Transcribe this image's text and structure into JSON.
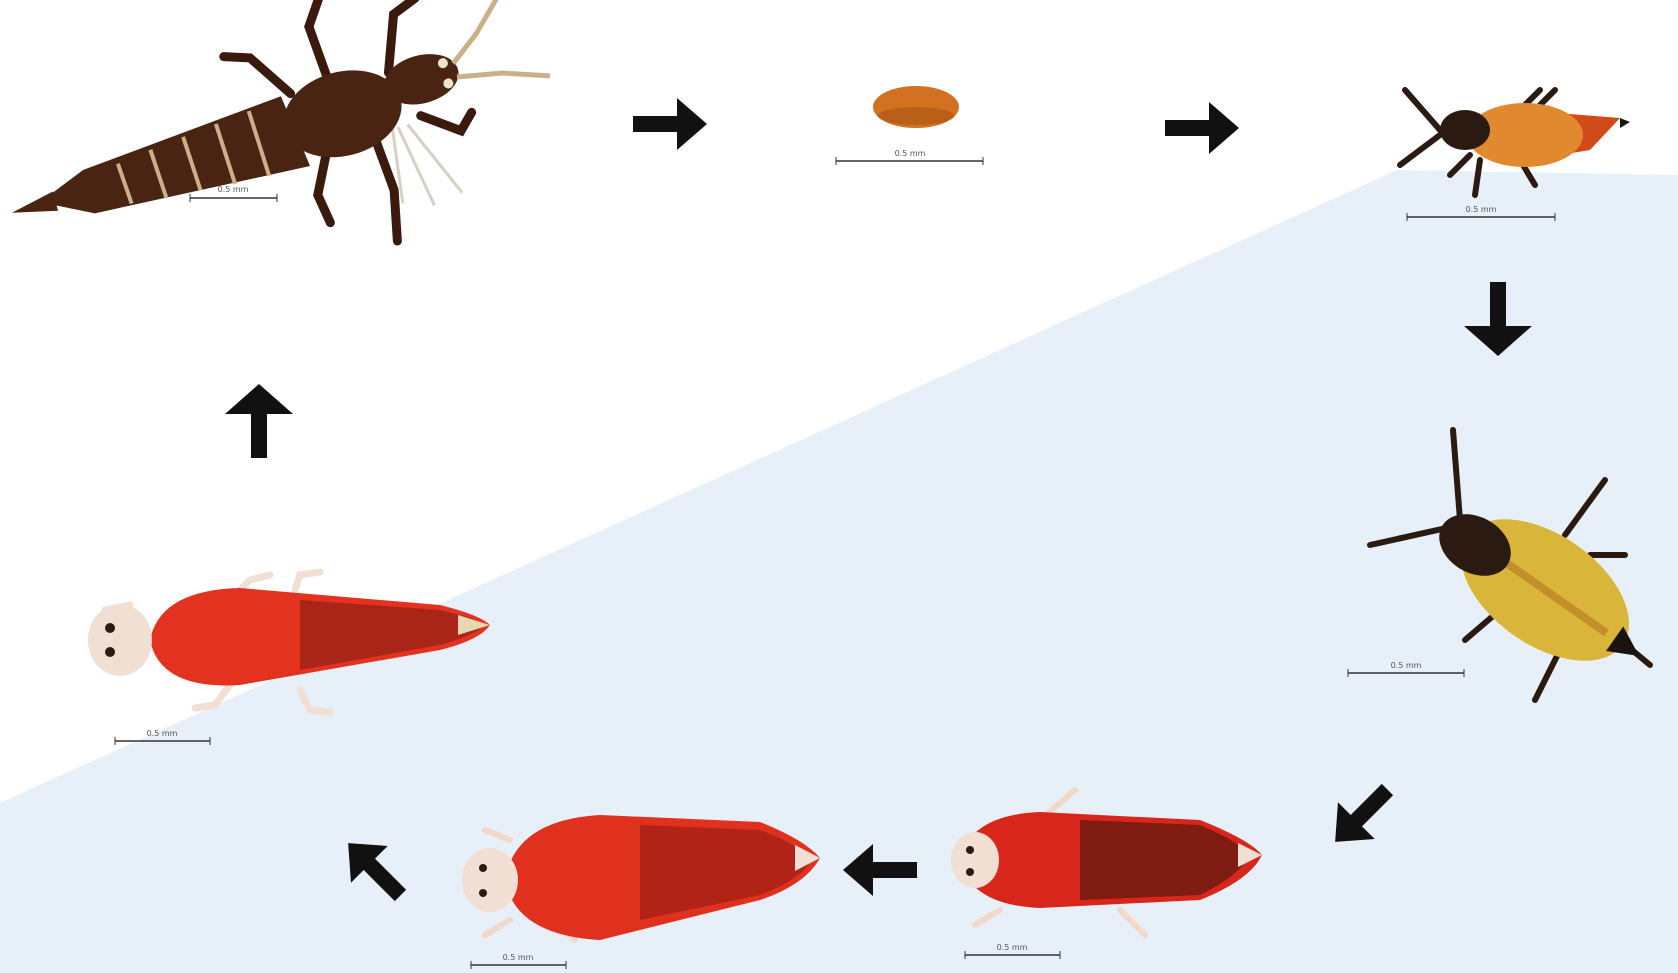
{
  "figure": {
    "background_color": "#ffffff",
    "wedge_color": "#e7f0f8",
    "arrow_color": "#111111"
  },
  "stages": [
    {
      "id": "adult",
      "scale_label": "0.5 mm",
      "colors": {
        "body": "#4a2412",
        "band": "#c9b08a",
        "leg": "#3a1a0c"
      }
    },
    {
      "id": "egg",
      "scale_label": "0.5 mm",
      "colors": {
        "body": "#d2711f",
        "shade": "#9c4a0e"
      }
    },
    {
      "id": "larva-1",
      "scale_label": "0.5 mm",
      "colors": {
        "body": "#e0892e",
        "head": "#2a1a12",
        "tail": "#d24a1a"
      }
    },
    {
      "id": "larva-2",
      "scale_label": "0.5 mm",
      "colors": {
        "body": "#d9b53a",
        "head": "#2a1a12",
        "stripe": "#b5771e"
      }
    },
    {
      "id": "propupa",
      "scale_label": "0.5 mm",
      "colors": {
        "body": "#d8261a",
        "dark": "#5a1810",
        "pale": "#f1d8c8"
      }
    },
    {
      "id": "pupa-1",
      "scale_label": "0.5 mm",
      "colors": {
        "body": "#e0301e",
        "dark": "#8a1a12",
        "pale": "#f1d8c8"
      }
    },
    {
      "id": "pupa-2",
      "scale_label": "0.5 mm",
      "colors": {
        "body": "#e3321f",
        "dark": "#6e1710",
        "pale": "#f1dfd4"
      }
    }
  ],
  "arrows": [
    {
      "id": "adult-to-egg",
      "direction": "right"
    },
    {
      "id": "egg-to-larva-1",
      "direction": "right"
    },
    {
      "id": "larva-1-to-larva-2",
      "direction": "down"
    },
    {
      "id": "larva-2-to-propupa",
      "direction": "down-left"
    },
    {
      "id": "propupa-to-pupa-1",
      "direction": "left"
    },
    {
      "id": "pupa-1-to-pupa-2",
      "direction": "up-left"
    },
    {
      "id": "pupa-2-to-adult",
      "direction": "up"
    }
  ]
}
